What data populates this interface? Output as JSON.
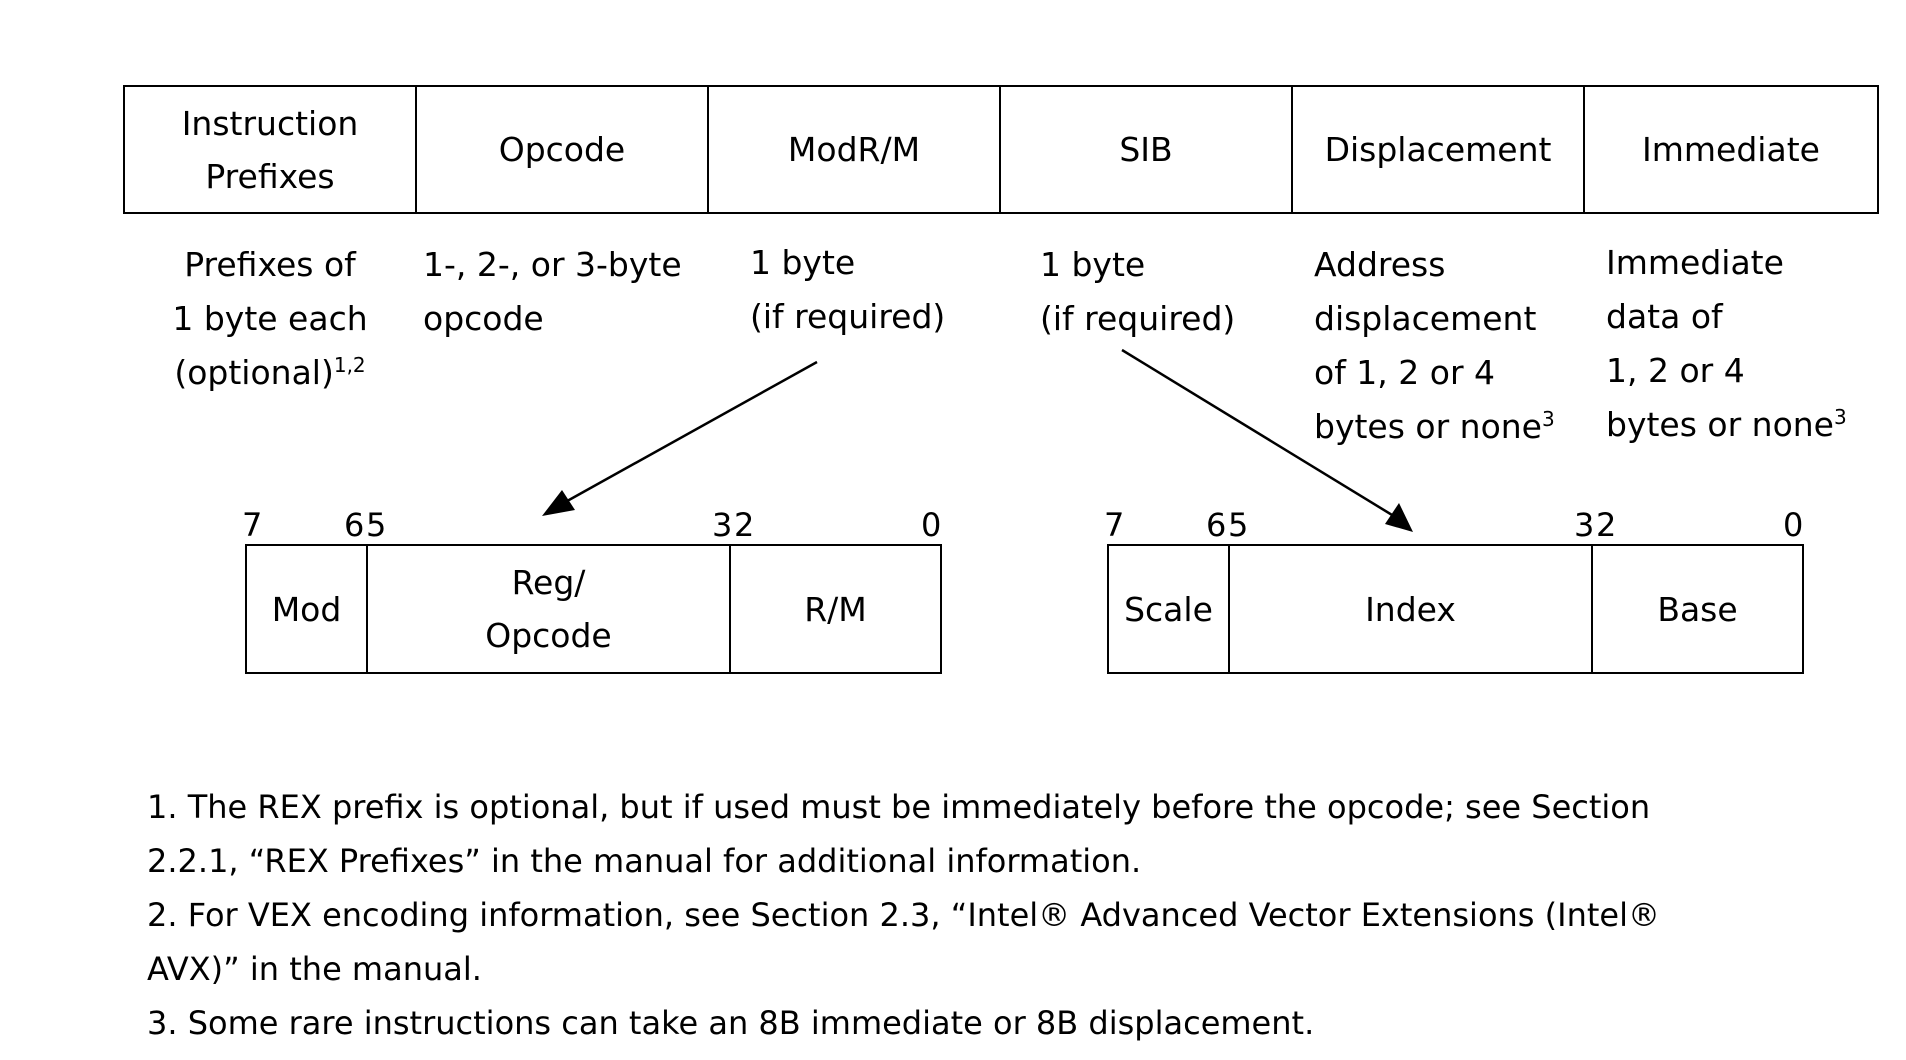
{
  "top_row": {
    "cells": [
      {
        "label_line1": "Instruction",
        "label_line2": "Prefixes"
      },
      {
        "label_line1": "Opcode",
        "label_line2": ""
      },
      {
        "label_line1": "ModR/M",
        "label_line2": ""
      },
      {
        "label_line1": "SIB",
        "label_line2": ""
      },
      {
        "label_line1": "Displacement",
        "label_line2": ""
      },
      {
        "label_line1": "Immediate",
        "label_line2": ""
      }
    ]
  },
  "descriptions": [
    {
      "text": "Prefixes of\n1 byte each\n(optional)",
      "sup": "1,2"
    },
    {
      "text": "1-, 2-, or 3-byte\nopcode",
      "sup": ""
    },
    {
      "text": "1 byte\n(if required)",
      "sup": ""
    },
    {
      "text": "1 byte\n(if required)",
      "sup": ""
    },
    {
      "text": "Address\ndisplacement\nof 1, 2 or 4\nbytes or none",
      "sup": "3"
    },
    {
      "text": "Immediate\ndata of\n1, 2 or 4\nbytes or none",
      "sup": "3"
    }
  ],
  "modrm": {
    "bits": [
      "7",
      "6",
      "5",
      "3",
      "2",
      "0"
    ],
    "fields": [
      {
        "line1": "Mod",
        "line2": ""
      },
      {
        "line1": "Reg/",
        "line2": "Opcode"
      },
      {
        "line1": "R/M",
        "line2": ""
      }
    ]
  },
  "sib": {
    "bits": [
      "7",
      "6",
      "5",
      "3",
      "2",
      "0"
    ],
    "fields": [
      {
        "line1": "Scale",
        "line2": ""
      },
      {
        "line1": "Index",
        "line2": ""
      },
      {
        "line1": "Base",
        "line2": ""
      }
    ]
  },
  "notes": [
    "1. The REX prefix is optional, but if used must be immediately before the opcode; see Section 2.2.1, “REX Prefixes” in the manual for additional information.",
    "2. For VEX encoding information, see Section 2.3, “Intel® Advanced Vector Extensions (Intel® AVX)” in the manual.",
    "3. Some rare instructions can take an 8B immediate or 8B displacement."
  ]
}
